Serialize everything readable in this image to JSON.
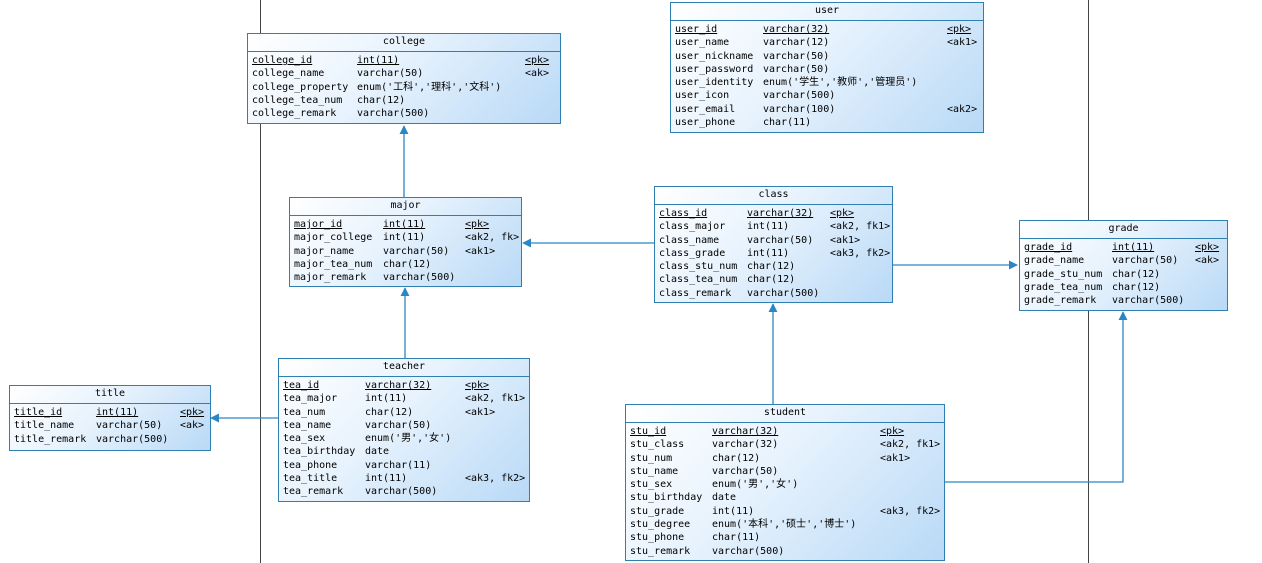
{
  "colors": {
    "border": "#2f7fb0",
    "connector": "#2a86c4",
    "fill_light": "#e6f2fd",
    "fill_dark": "#b9d9f6"
  },
  "entities": [
    {
      "key": "user",
      "title": "user",
      "rows": [
        [
          "user_id",
          "varchar(32)",
          "<pk>"
        ],
        [
          "user_name",
          "varchar(12)",
          "<ak1>"
        ],
        [
          "user_nickname",
          "varchar(50)",
          ""
        ],
        [
          "user_password",
          "varchar(50)",
          ""
        ],
        [
          "user_identity",
          "enum('学生','教师','管理员')",
          ""
        ],
        [
          "user_icon",
          "varchar(500)",
          ""
        ],
        [
          "user_email",
          "varchar(100)",
          "<ak2>"
        ],
        [
          "user_phone",
          "char(11)",
          ""
        ]
      ]
    },
    {
      "key": "college",
      "title": "college",
      "rows": [
        [
          "college_id",
          "int(11)",
          "<pk>"
        ],
        [
          "college_name",
          "varchar(50)",
          "<ak>"
        ],
        [
          "college_property",
          "enum('工科','理科','文科')",
          ""
        ],
        [
          "college_tea_num",
          "char(12)",
          ""
        ],
        [
          "college_remark",
          "varchar(500)",
          ""
        ]
      ]
    },
    {
      "key": "major",
      "title": "major",
      "rows": [
        [
          "major_id",
          "int(11)",
          "<pk>"
        ],
        [
          "major_college",
          "int(11)",
          "<ak2, fk>"
        ],
        [
          "major_name",
          "varchar(50)",
          "<ak1>"
        ],
        [
          "major_tea_num",
          "char(12)",
          ""
        ],
        [
          "major_remark",
          "varchar(500)",
          ""
        ]
      ]
    },
    {
      "key": "class",
      "title": "class",
      "rows": [
        [
          "class_id",
          "varchar(32)",
          "<pk>"
        ],
        [
          "class_major",
          "int(11)",
          "<ak2, fk1>"
        ],
        [
          "class_name",
          "varchar(50)",
          "<ak1>"
        ],
        [
          "class_grade",
          "int(11)",
          "<ak3, fk2>"
        ],
        [
          "class_stu_num",
          "char(12)",
          ""
        ],
        [
          "class_tea_num",
          "char(12)",
          ""
        ],
        [
          "class_remark",
          "varchar(500)",
          ""
        ]
      ]
    },
    {
      "key": "grade",
      "title": "grade",
      "rows": [
        [
          "grade_id",
          "int(11)",
          "<pk>"
        ],
        [
          "grade_name",
          "varchar(50)",
          "<ak>"
        ],
        [
          "grade_stu_num",
          "char(12)",
          ""
        ],
        [
          "grade_tea_num",
          "char(12)",
          ""
        ],
        [
          "grade_remark",
          "varchar(500)",
          ""
        ]
      ]
    },
    {
      "key": "teacher",
      "title": "teacher",
      "rows": [
        [
          "tea_id",
          "varchar(32)",
          "<pk>"
        ],
        [
          "tea_major",
          "int(11)",
          "<ak2, fk1>"
        ],
        [
          "tea_num",
          "char(12)",
          "<ak1>"
        ],
        [
          "tea_name",
          "varchar(50)",
          ""
        ],
        [
          "tea_sex",
          "enum('男','女')",
          ""
        ],
        [
          "tea_birthday",
          "date",
          ""
        ],
        [
          "tea_phone",
          "varchar(11)",
          ""
        ],
        [
          "tea_title",
          "int(11)",
          "<ak3, fk2>"
        ],
        [
          "tea_remark",
          "varchar(500)",
          ""
        ]
      ]
    },
    {
      "key": "title",
      "title": "title",
      "rows": [
        [
          "title_id",
          "int(11)",
          "<pk>"
        ],
        [
          "title_name",
          "varchar(50)",
          "<ak>"
        ],
        [
          "title_remark",
          "varchar(500)",
          ""
        ]
      ]
    },
    {
      "key": "student",
      "title": "student",
      "rows": [
        [
          "stu_id",
          "varchar(32)",
          "<pk>"
        ],
        [
          "stu_class",
          "varchar(32)",
          "<ak2, fk1>"
        ],
        [
          "stu_num",
          "char(12)",
          "<ak1>"
        ],
        [
          "stu_name",
          "varchar(50)",
          ""
        ],
        [
          "stu_sex",
          "enum('男','女')",
          ""
        ],
        [
          "stu_birthday",
          "date",
          ""
        ],
        [
          "stu_grade",
          "int(11)",
          "<ak3, fk2>"
        ],
        [
          "stu_degree",
          "enum('本科','硕士','博士')",
          ""
        ],
        [
          "stu_phone",
          "char(11)",
          ""
        ],
        [
          "stu_remark",
          "varchar(500)",
          ""
        ]
      ]
    }
  ]
}
